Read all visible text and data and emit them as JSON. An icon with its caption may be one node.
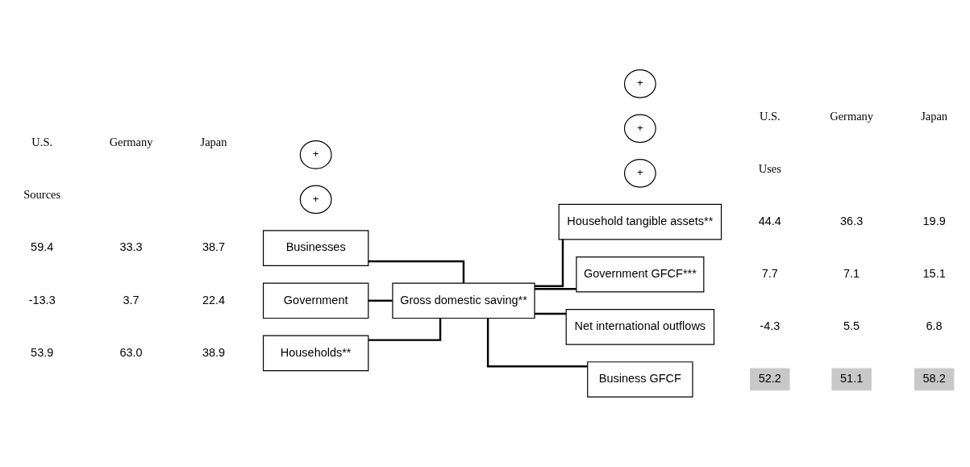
{
  "diagram": {
    "nodes": [
      {
        "text": [
          "Households**"
        ]
      },
      {
        "text": [
          "+"
        ]
      },
      {
        "text": [
          "Businesses"
        ]
      },
      {
        "text": [
          "+"
        ]
      },
      {
        "text": [
          "Government"
        ]
      },
      {
        "text": [
          "Gross domestic saving**"
        ]
      },
      {
        "text": [
          "Household tangible assets**"
        ]
      },
      {
        "text": [
          "+"
        ]
      },
      {
        "text": [
          "Government GFCF***"
        ]
      },
      {
        "text": [
          "+"
        ]
      },
      {
        "text": [
          "Net international outflows"
        ]
      },
      {
        "text": [
          "+"
        ]
      },
      {
        "text": [
          "Business GFCF"
        ]
      }
    ],
    "edges": [
      {
        "from": 0,
        "to": 5,
        "arrow": "none"
      },
      {
        "from": 2,
        "to": 5,
        "arrow": "none"
      },
      {
        "from": 4,
        "to": 5,
        "arrow": "none"
      },
      {
        "from": 5,
        "to": 6,
        "arrow": "none"
      },
      {
        "from": 5,
        "to": 8,
        "arrow": "none"
      },
      {
        "from": 5,
        "to": 10,
        "arrow": "none"
      },
      {
        "from": 5,
        "to": 12,
        "arrow": "none"
      }
    ],
    "labels": [
      "Sources",
      "U.S.",
      "Germany",
      "Japan",
      "53.9",
      "63.0",
      "38.9",
      "59.4",
      "33.3",
      "38.7",
      "-13.3",
      "3.7",
      "22.4",
      "Uses",
      "U.S.",
      "Germany",
      "Japan",
      "44.4",
      "36.3",
      "19.9",
      "7.7",
      "7.1",
      "15.1",
      "-4.3",
      "5.5",
      "6.8",
      "52.2",
      "51.1",
      "58.2"
    ]
  }
}
